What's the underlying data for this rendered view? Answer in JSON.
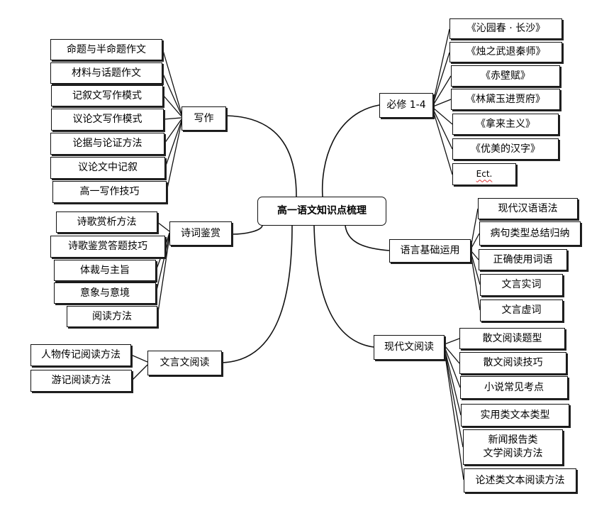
{
  "root": "高一语文知识点梳理",
  "writing": {
    "label": "写作",
    "items": [
      "命题与半命题作文",
      "材料与话题作文",
      "记叙文写作模式",
      "议论文写作模式",
      "论据与论证方法",
      "议论文中记叙",
      "高一写作技巧"
    ]
  },
  "poetry": {
    "label": "诗词鉴赏",
    "items": [
      "诗歌赏析方法",
      "诗歌鉴赏答题技巧",
      "体裁与主旨",
      "意象与意境",
      "阅读方法"
    ]
  },
  "classical": {
    "label": "文言文阅读",
    "items": [
      "人物传记阅读方法",
      "游记阅读方法"
    ]
  },
  "required": {
    "label": "必修 1-4",
    "items": [
      "《沁园春 · 长沙》",
      "《烛之武退秦师》",
      "《赤壁赋》",
      "《林黛玉进贾府》",
      "《拿来主义》",
      "《优美的汉字》",
      "Ect."
    ]
  },
  "language": {
    "label": "语言基础运用",
    "items": [
      "现代汉语语法",
      "病句类型总结归纳",
      "正确使用词语",
      "文言实词",
      "文言虚词"
    ]
  },
  "modern": {
    "label": "现代文阅读",
    "items": [
      "散文阅读题型",
      "散文阅读技巧",
      "小说常见考点",
      "实用类文本类型",
      "新闻报告类",
      "文学阅读方法",
      "论述类文本阅读方法"
    ]
  }
}
